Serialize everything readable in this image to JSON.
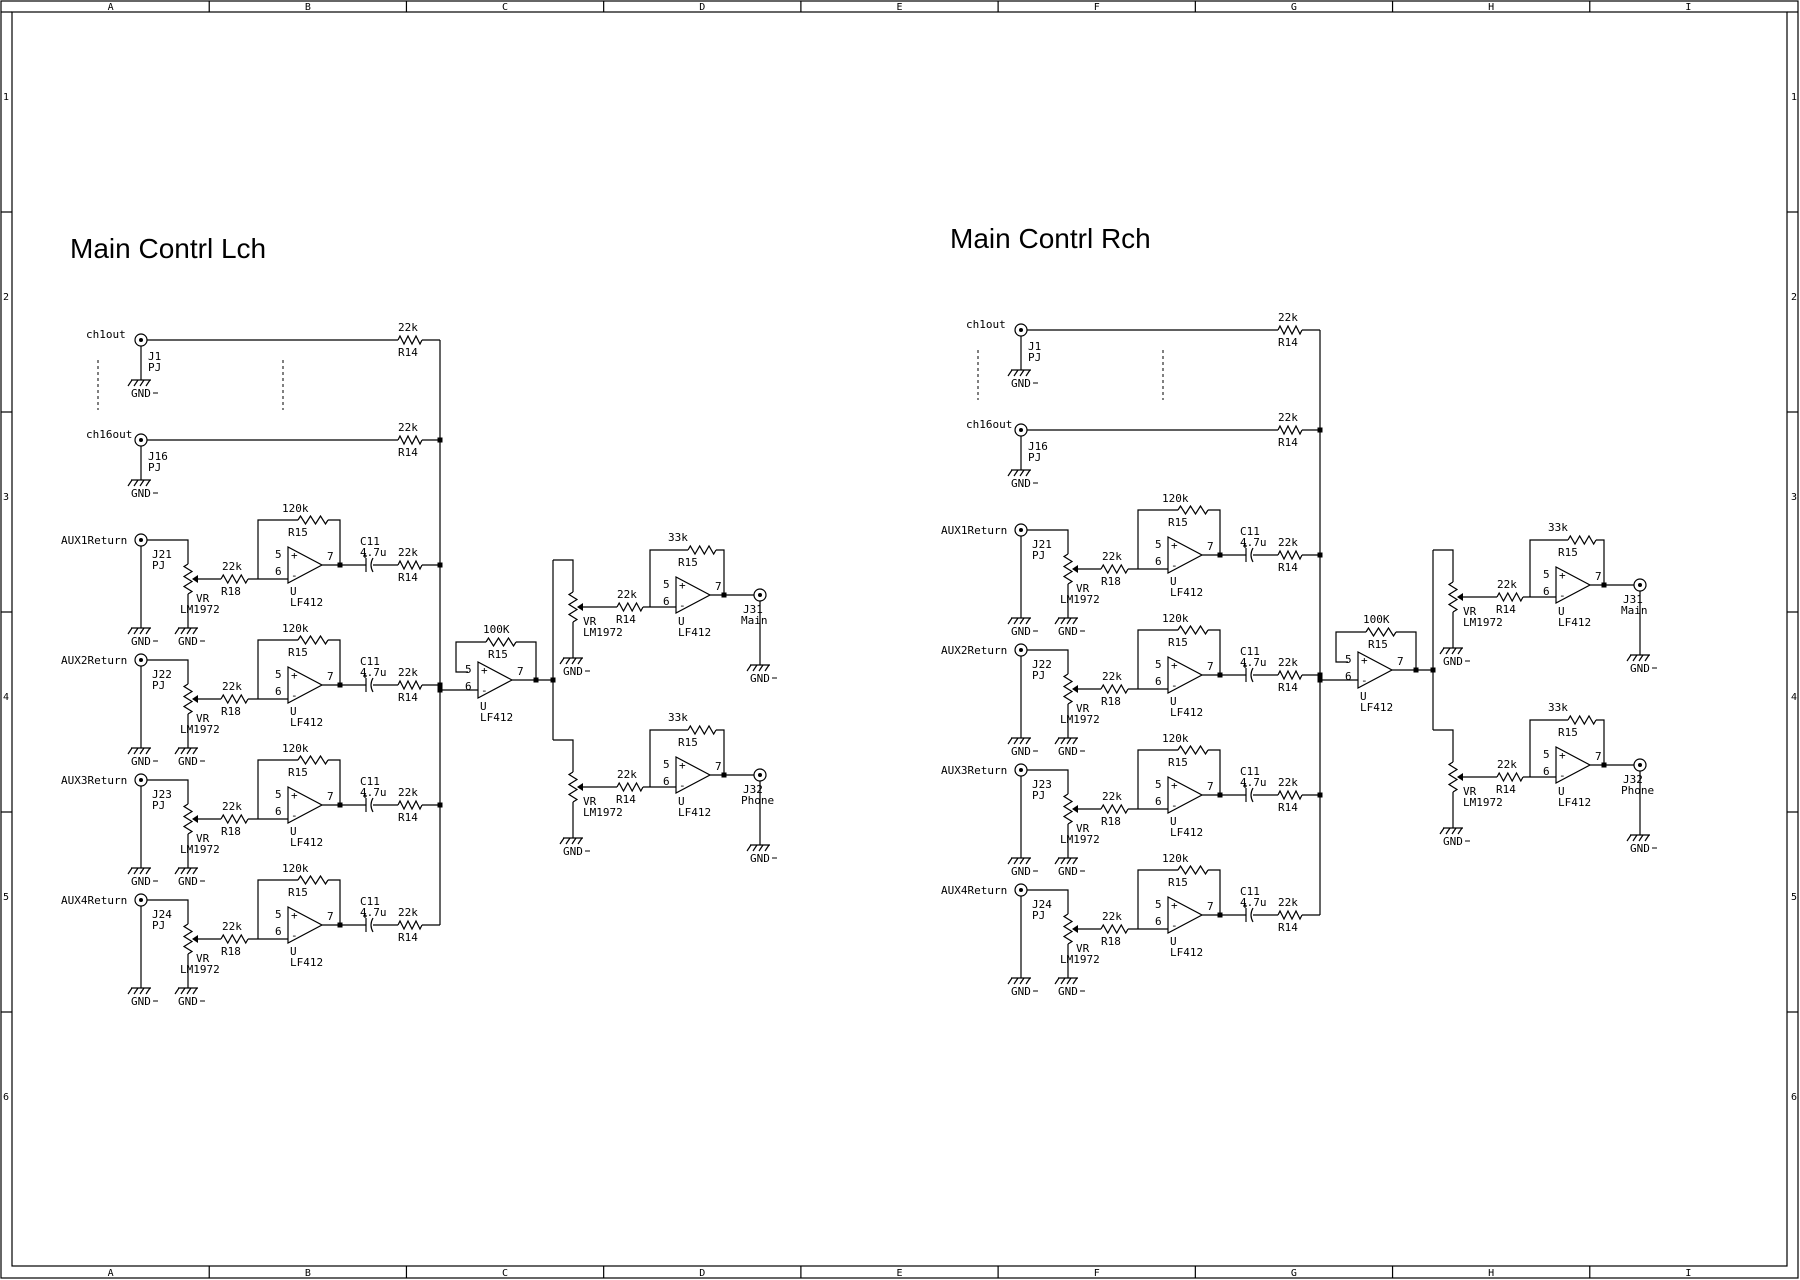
{
  "sheet": {
    "col_zones": [
      "A",
      "B",
      "C",
      "D",
      "E",
      "F",
      "G",
      "H",
      "I"
    ],
    "row_zones": [
      "1",
      "2",
      "3",
      "4",
      "5",
      "6"
    ]
  },
  "channels": [
    {
      "title": "Main Contrl Lch",
      "inputs": [
        {
          "label": "ch1out",
          "jack": "J1",
          "jack_type": "PJ",
          "resistor_value": "22k",
          "resistor_ref": "R14"
        },
        {
          "label": "ch16out",
          "jack": "J16",
          "jack_type": "PJ",
          "resistor_value": "22k",
          "resistor_ref": "R14"
        }
      ],
      "gnd": "GND",
      "aux": [
        {
          "label": "AUX1Return",
          "jack": "J21",
          "jack_type": "PJ",
          "vr": "VR",
          "vr_part": "LM1972",
          "r_in_value": "22k",
          "r_in_ref": "R18",
          "pin_plus": "5",
          "pin_minus": "6",
          "pin_out": "7",
          "fb_value": "120k",
          "fb_ref": "R15",
          "opamp_ref": "U",
          "opamp_part": "LF412",
          "cap_ref": "C11",
          "cap_value": "4.7u",
          "r_out_value": "22k",
          "r_out_ref": "R14"
        },
        {
          "label": "AUX2Return",
          "jack": "J22",
          "jack_type": "PJ",
          "vr": "VR",
          "vr_part": "LM1972",
          "r_in_value": "22k",
          "r_in_ref": "R18",
          "pin_plus": "5",
          "pin_minus": "6",
          "pin_out": "7",
          "fb_value": "120k",
          "fb_ref": "R15",
          "opamp_ref": "U",
          "opamp_part": "LF412",
          "cap_ref": "C11",
          "cap_value": "4.7u",
          "r_out_value": "22k",
          "r_out_ref": "R14"
        },
        {
          "label": "AUX3Return",
          "jack": "J23",
          "jack_type": "PJ",
          "vr": "VR",
          "vr_part": "LM1972",
          "r_in_value": "22k",
          "r_in_ref": "R18",
          "pin_plus": "5",
          "pin_minus": "6",
          "pin_out": "7",
          "fb_value": "120k",
          "fb_ref": "R15",
          "opamp_ref": "U",
          "opamp_part": "LF412",
          "cap_ref": "C11",
          "cap_value": "4.7u",
          "r_out_value": "22k",
          "r_out_ref": "R14"
        },
        {
          "label": "AUX4Return",
          "jack": "J24",
          "jack_type": "PJ",
          "vr": "VR",
          "vr_part": "LM1972",
          "r_in_value": "22k",
          "r_in_ref": "R18",
          "pin_plus": "5",
          "pin_minus": "6",
          "pin_out": "7",
          "fb_value": "120k",
          "fb_ref": "R15",
          "opamp_ref": "U",
          "opamp_part": "LF412",
          "cap_ref": "C11",
          "cap_value": "4.7u",
          "r_out_value": "22k",
          "r_out_ref": "R14"
        }
      ],
      "mixer": {
        "fb_value": "100K",
        "fb_ref": "R15",
        "opamp_ref": "U",
        "opamp_part": "LF412",
        "pin_plus": "5",
        "pin_minus": "6",
        "pin_out": "7"
      },
      "outputs": [
        {
          "vr": "VR",
          "vr_part": "LM1972",
          "r_value": "22k",
          "r_ref": "R14",
          "fb_value": "33k",
          "fb_ref": "R15",
          "opamp_ref": "U",
          "opamp_part": "LF412",
          "pin_plus": "5",
          "pin_minus": "6",
          "pin_out": "7",
          "jack": "J31",
          "jack_label": "Main"
        },
        {
          "vr": "VR",
          "vr_part": "LM1972",
          "r_value": "22k",
          "r_ref": "R14",
          "fb_value": "33k",
          "fb_ref": "R15",
          "opamp_ref": "U",
          "opamp_part": "LF412",
          "pin_plus": "5",
          "pin_minus": "6",
          "pin_out": "7",
          "jack": "J32",
          "jack_label": "Phone"
        }
      ]
    },
    {
      "title": "Main Contrl Rch",
      "inputs": [
        {
          "label": "ch1out",
          "jack": "J1",
          "jack_type": "PJ",
          "resistor_value": "22k",
          "resistor_ref": "R14"
        },
        {
          "label": "ch16out",
          "jack": "J16",
          "jack_type": "PJ",
          "resistor_value": "22k",
          "resistor_ref": "R14"
        }
      ],
      "gnd": "GND",
      "aux": [
        {
          "label": "AUX1Return",
          "jack": "J21",
          "jack_type": "PJ",
          "vr": "VR",
          "vr_part": "LM1972",
          "r_in_value": "22k",
          "r_in_ref": "R18",
          "pin_plus": "5",
          "pin_minus": "6",
          "pin_out": "7",
          "fb_value": "120k",
          "fb_ref": "R15",
          "opamp_ref": "U",
          "opamp_part": "LF412",
          "cap_ref": "C11",
          "cap_value": "4.7u",
          "r_out_value": "22k",
          "r_out_ref": "R14"
        },
        {
          "label": "AUX2Return",
          "jack": "J22",
          "jack_type": "PJ",
          "vr": "VR",
          "vr_part": "LM1972",
          "r_in_value": "22k",
          "r_in_ref": "R18",
          "pin_plus": "5",
          "pin_minus": "6",
          "pin_out": "7",
          "fb_value": "120k",
          "fb_ref": "R15",
          "opamp_ref": "U",
          "opamp_part": "LF412",
          "cap_ref": "C11",
          "cap_value": "4.7u",
          "r_out_value": "22k",
          "r_out_ref": "R14"
        },
        {
          "label": "AUX3Return",
          "jack": "J23",
          "jack_type": "PJ",
          "vr": "VR",
          "vr_part": "LM1972",
          "r_in_value": "22k",
          "r_in_ref": "R18",
          "pin_plus": "5",
          "pin_minus": "6",
          "pin_out": "7",
          "fb_value": "120k",
          "fb_ref": "R15",
          "opamp_ref": "U",
          "opamp_part": "LF412",
          "cap_ref": "C11",
          "cap_value": "4.7u",
          "r_out_value": "22k",
          "r_out_ref": "R14"
        },
        {
          "label": "AUX4Return",
          "jack": "J24",
          "jack_type": "PJ",
          "vr": "VR",
          "vr_part": "LM1972",
          "r_in_value": "22k",
          "r_in_ref": "R18",
          "pin_plus": "5",
          "pin_minus": "6",
          "pin_out": "7",
          "fb_value": "120k",
          "fb_ref": "R15",
          "opamp_ref": "U",
          "opamp_part": "LF412",
          "cap_ref": "C11",
          "cap_value": "4.7u",
          "r_out_value": "22k",
          "r_out_ref": "R14"
        }
      ],
      "mixer": {
        "fb_value": "100K",
        "fb_ref": "R15",
        "opamp_ref": "U",
        "opamp_part": "LF412",
        "pin_plus": "5",
        "pin_minus": "6",
        "pin_out": "7"
      },
      "outputs": [
        {
          "vr": "VR",
          "vr_part": "LM1972",
          "r_value": "22k",
          "r_ref": "R14",
          "fb_value": "33k",
          "fb_ref": "R15",
          "opamp_ref": "U",
          "opamp_part": "LF412",
          "pin_plus": "5",
          "pin_minus": "6",
          "pin_out": "7",
          "jack": "J31",
          "jack_label": "Main"
        },
        {
          "vr": "VR",
          "vr_part": "LM1972",
          "r_value": "22k",
          "r_ref": "R14",
          "fb_value": "33k",
          "fb_ref": "R15",
          "opamp_ref": "U",
          "opamp_part": "LF412",
          "pin_plus": "5",
          "pin_minus": "6",
          "pin_out": "7",
          "jack": "J32",
          "jack_label": "Phone"
        }
      ]
    }
  ]
}
